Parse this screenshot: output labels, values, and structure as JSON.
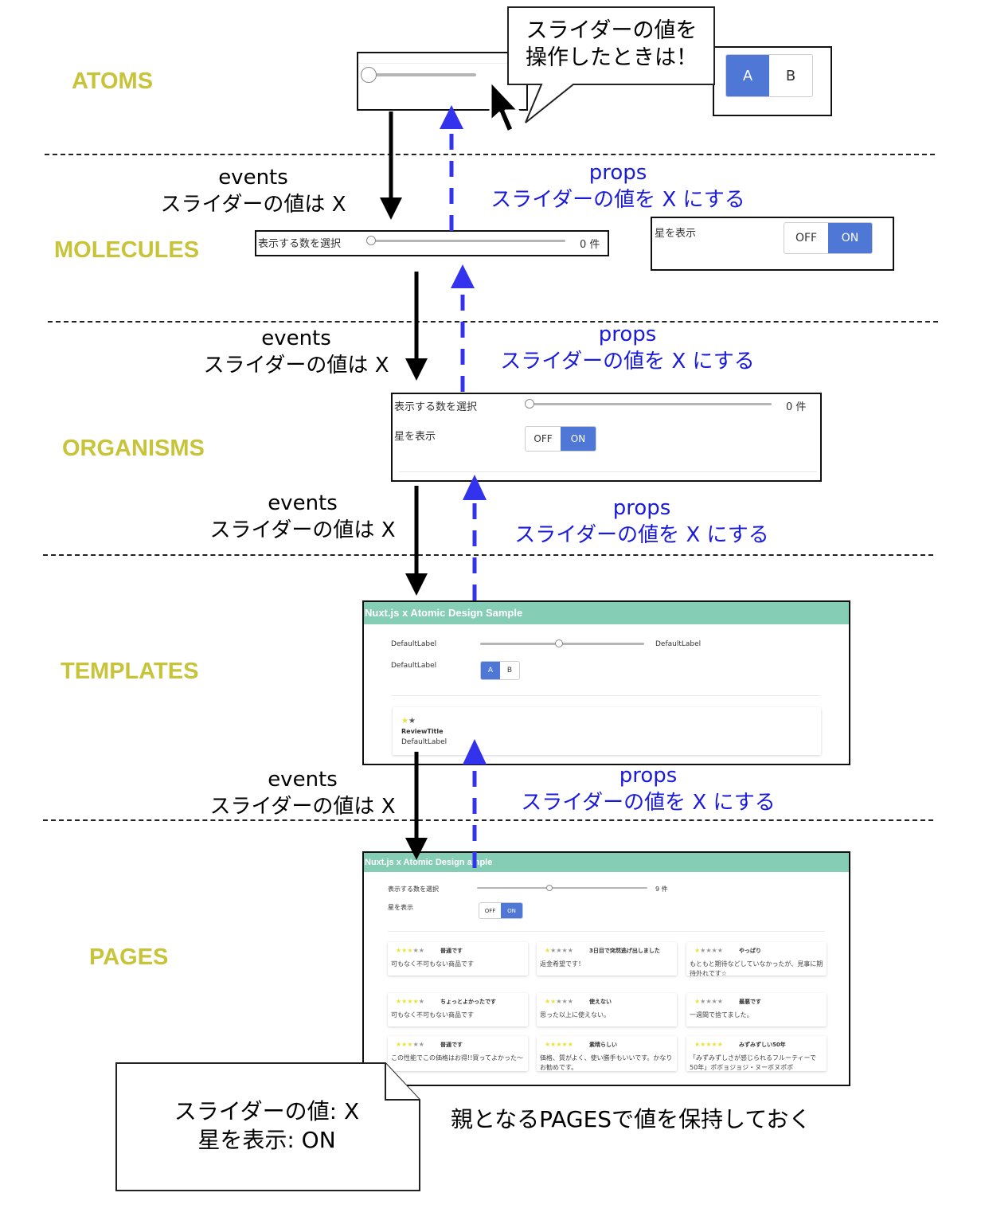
{
  "levels": {
    "atoms": "ATOMS",
    "molecules": "MOLECULES",
    "organisms": "ORGANISMS",
    "templates": "TEMPLATES",
    "pages": "PAGES"
  },
  "flow": {
    "events_word": "events",
    "events_text": "スライダーの値は X",
    "props_word": "props",
    "props_text": "スライダーの値を X にする"
  },
  "callout": {
    "line1": "スライダーの値を",
    "line2": "操作したときは！"
  },
  "atoms": {
    "toggle_a": "A",
    "toggle_b": "B"
  },
  "molecules": {
    "slider_label": "表示する数を選択",
    "slider_value": "0 件",
    "star_label": "星を表示",
    "off": "OFF",
    "on": "ON"
  },
  "organisms": {
    "slider_label": "表示する数を選択",
    "slider_value": "0 件",
    "star_label": "星を表示",
    "off": "OFF",
    "on": "ON"
  },
  "templates": {
    "header": "Nuxt.js x Atomic Design Sample",
    "label1": "DefaultLabel",
    "label1_right": "DefaultLabel",
    "label2": "DefaultLabel",
    "toggle_a": "A",
    "toggle_b": "B",
    "card_stars": "★★",
    "card_title": "ReviewTitle",
    "card_body": "DefaultLabel"
  },
  "pages": {
    "header_left": "Nuxt.js x Atomic Design ",
    "header_right": "ample",
    "slider_label": "表示する数を選択",
    "slider_value": "9 件",
    "star_label": "星を表示",
    "off": "OFF",
    "on": "ON",
    "reviews": [
      {
        "yellow": 3,
        "title": "普通です",
        "body": "可もなく不可もない商品です"
      },
      {
        "yellow": 1,
        "title": "3日目で突然逃げ出しました",
        "body": "返金希望です！"
      },
      {
        "yellow": 1,
        "title": "やっぱり",
        "body": "もともと期待などしていなかったが、見事に期待外れです☆"
      },
      {
        "yellow": 4,
        "title": "ちょっとよかったです",
        "body": "可もなく不可もない商品です"
      },
      {
        "yellow": 2,
        "title": "使えない",
        "body": "思った以上に使えない。"
      },
      {
        "yellow": 1,
        "title": "最悪です",
        "body": "一週間で捨てました。"
      },
      {
        "yellow": 3,
        "title": "普通です",
        "body": "この性能でこの価格はお得!!買ってよかった〜"
      },
      {
        "yellow": 5,
        "title": "素晴らしい",
        "body": "価格、質がよく、使い勝手もいいです。かなりお勧めです。"
      },
      {
        "yellow": 5,
        "title": "みずみずしい50年",
        "body": "「みずみずしさが感じられるフルーティーで50年」ポボョジョジ・ヌーボヌポポ"
      }
    ]
  },
  "note": {
    "line1": "スライダーの値: X",
    "line2": "星を表示: ON"
  },
  "footer_text": "親となるPAGESで値を保持しておく"
}
